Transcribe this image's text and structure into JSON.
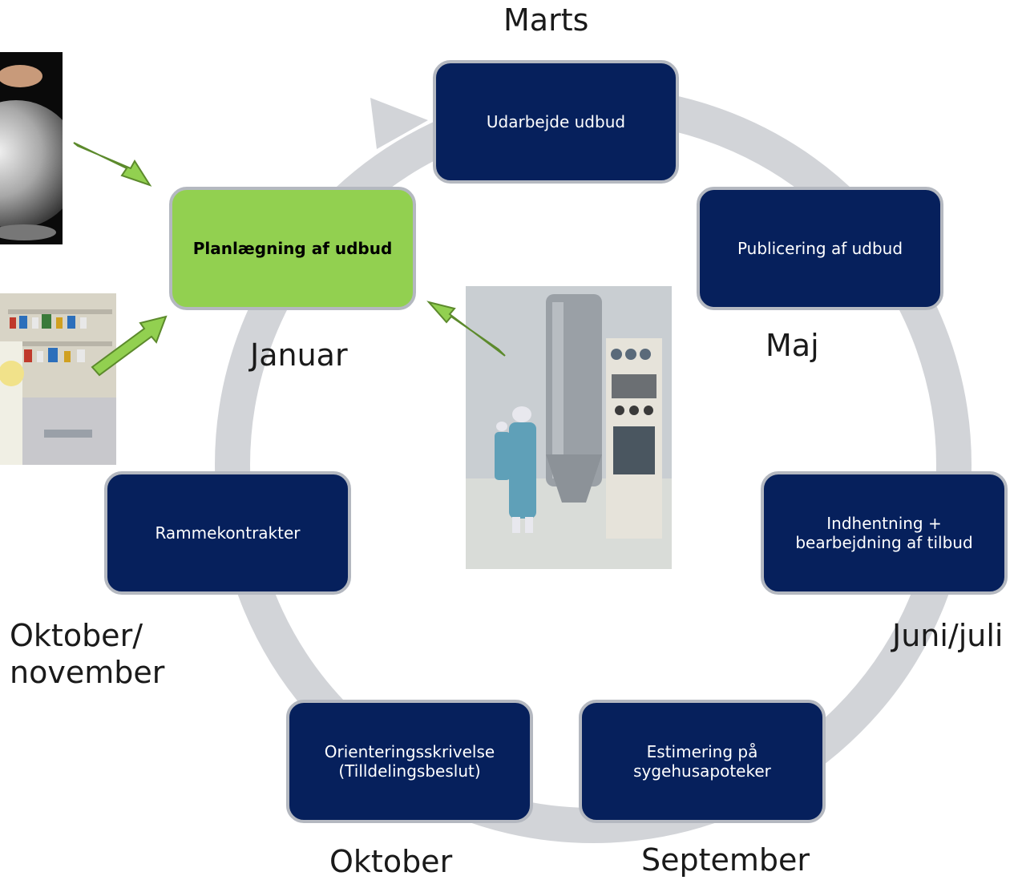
{
  "cycle": {
    "steps": [
      {
        "label": "Planlægning af udbud",
        "month": "Januar"
      },
      {
        "label": "Udarbejde udbud",
        "month": "Marts"
      },
      {
        "label": "Publicering af udbud",
        "month": "Maj"
      },
      {
        "label": "Indhentning + bearbejdning af tilbud",
        "month": "Juni/juli"
      },
      {
        "label": "Estimering på sygehusapoteker",
        "month": "September"
      },
      {
        "label": "Orienteringsskrivelse (Tilldelingsbeslut)",
        "month": "Oktober"
      },
      {
        "label": "Rammekontrakter",
        "month": "Oktober/ november"
      }
    ]
  },
  "colors": {
    "step_box": "#06205c",
    "highlight_box": "#92d050",
    "ring": "#d2d4d8",
    "arrow": "#92d050"
  },
  "photos": [
    "crystal-ball-photo",
    "pharmacy-photo",
    "factory-photo"
  ]
}
